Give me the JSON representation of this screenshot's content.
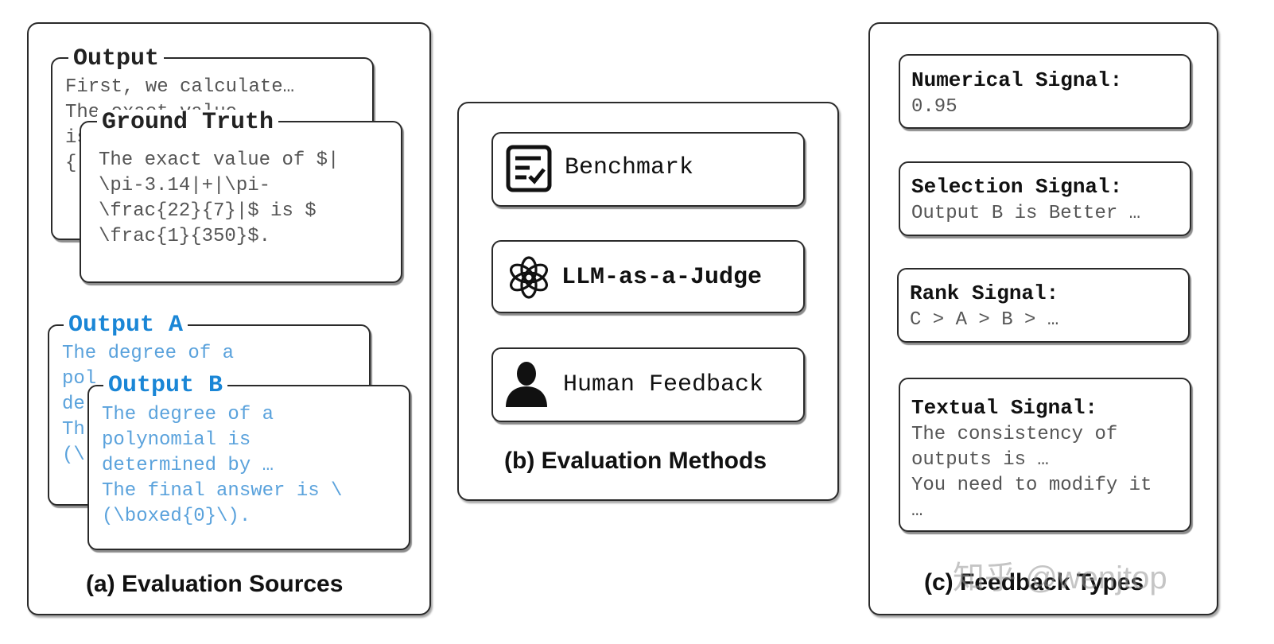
{
  "panel_a": {
    "caption": "(a) Evaluation Sources",
    "output": {
      "title": "Output",
      "text": "First, we calculate…\nThe exact value\nis\n{"
    },
    "ground_truth": {
      "title": "Ground Truth",
      "text": "The exact value of $|\n\\pi-3.14|+|\\pi-\n\\frac{22}{7}|$ is $\n\\frac{1}{350}$."
    },
    "output_a": {
      "title": "Output A",
      "text": "The degree of a\npol\nde\nTh\n(\\"
    },
    "output_b": {
      "title": "Output B",
      "text": "The degree of a\npolynomial is\ndetermined by …\nThe final answer is \\\n(\\boxed{0}\\)."
    }
  },
  "panel_b": {
    "caption": "(b) Evaluation Methods",
    "methods": [
      {
        "label": "Benchmark",
        "icon": "checklist-icon"
      },
      {
        "label": "LLM-as-a-Judge",
        "icon": "openai-logo-icon"
      },
      {
        "label": "Human Feedback",
        "icon": "person-silhouette-icon"
      }
    ]
  },
  "panel_c": {
    "caption": "(c) Feedback Types",
    "signals": [
      {
        "title": "Numerical Signal:",
        "value": "0.95"
      },
      {
        "title": "Selection Signal:",
        "value": "Output B is Better …"
      },
      {
        "title": "Rank Signal:",
        "value": "C > A > B > …"
      },
      {
        "title": "Textual Signal:",
        "value": "The consistency of\noutputs is …\nYou need to modify it\n…"
      }
    ]
  },
  "watermark": "知乎 @wenjtop",
  "colors": {
    "blue_title": "#1a86d6",
    "blue_text": "#5aa2dc",
    "border": "#2a2a2a"
  }
}
